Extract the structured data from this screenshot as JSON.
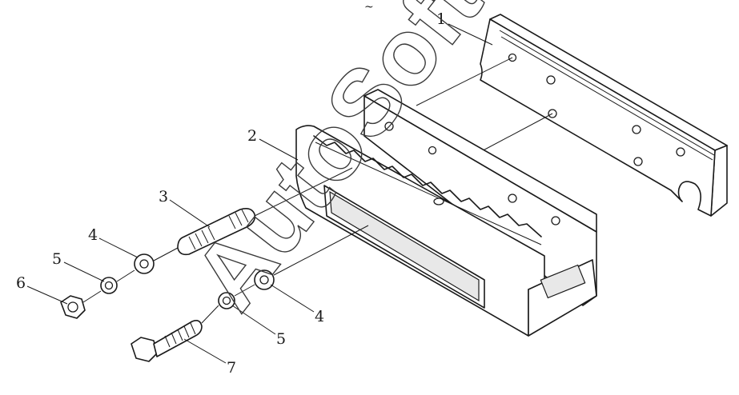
{
  "callouts": {
    "c1": "1",
    "c2": "2",
    "c3": "3",
    "c4a": "4",
    "c4b": "4",
    "c5a": "5",
    "c5b": "5",
    "c6": "6",
    "c7": "7"
  },
  "watermark": "AutoSoft",
  "top_mark": "~"
}
